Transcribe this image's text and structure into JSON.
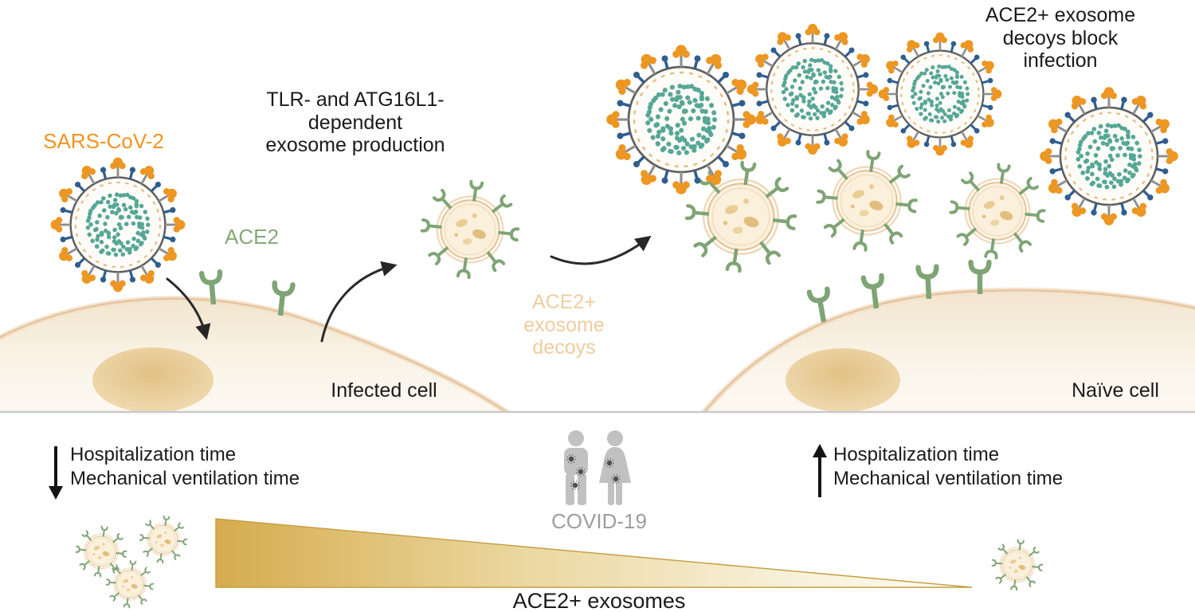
{
  "figure": {
    "top_panel": {
      "sars_cov_2_label": "SARS-CoV-2",
      "ace2_label": "ACE2",
      "process_label": "TLR- and ATG16L1-\ndependent\nexosome production",
      "infected_cell_label": "Infected cell",
      "decoy_label": "ACE2+\nexosome\ndecoys",
      "block_label": "ACE2+ exosome\ndecoys block\ninfection",
      "naive_cell_label": "Naïve cell"
    },
    "bottom_panel": {
      "decrease_outcomes": "Hospitalization time\nMechanical ventilation time",
      "increase_outcomes": "Hospitalization time\nMechanical ventilation time",
      "covid_label": "COVID-19",
      "gradient_label": "ACE2+ exosomes"
    },
    "icons": {
      "decrease_arrow": "down-arrow",
      "increase_arrow": "up-arrow",
      "patients": "male-female-pictogram"
    },
    "colors": {
      "virus_label_orange": "#F0941E",
      "virus_spike_orange": "#ED9621",
      "virus_genome_teal": "#56A795",
      "membrane_pin_blue": "#2F5E8E",
      "ace2_green": "#7FA475",
      "decoy_label_tan": "#F0CC9F",
      "exosome_body": "#FAF0DC",
      "cell_cream": "#F2E5CE",
      "covid_gray": "#9E9E9E",
      "wedge_gold": "#D5AC4E",
      "text_black": "#1A1A1A"
    }
  }
}
